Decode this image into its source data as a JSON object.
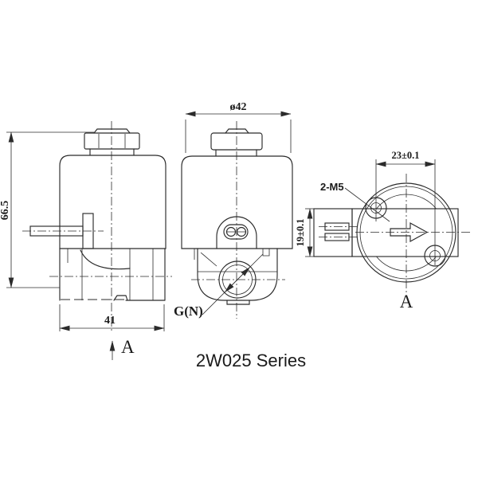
{
  "title": "2W025 Series",
  "colors": {
    "line": "#2b2b2b",
    "background": "#ffffff"
  },
  "front_view": {
    "height_dim": "66.5",
    "width_dim": "41",
    "section_label": "A"
  },
  "side_view": {
    "diameter_dim": "ø42",
    "port_label": "G(N)"
  },
  "top_view": {
    "hole_spacing_dim": "23±0.1",
    "body_width_dim": "19±0.1",
    "thread_label": "2-M5",
    "view_label": "A"
  }
}
